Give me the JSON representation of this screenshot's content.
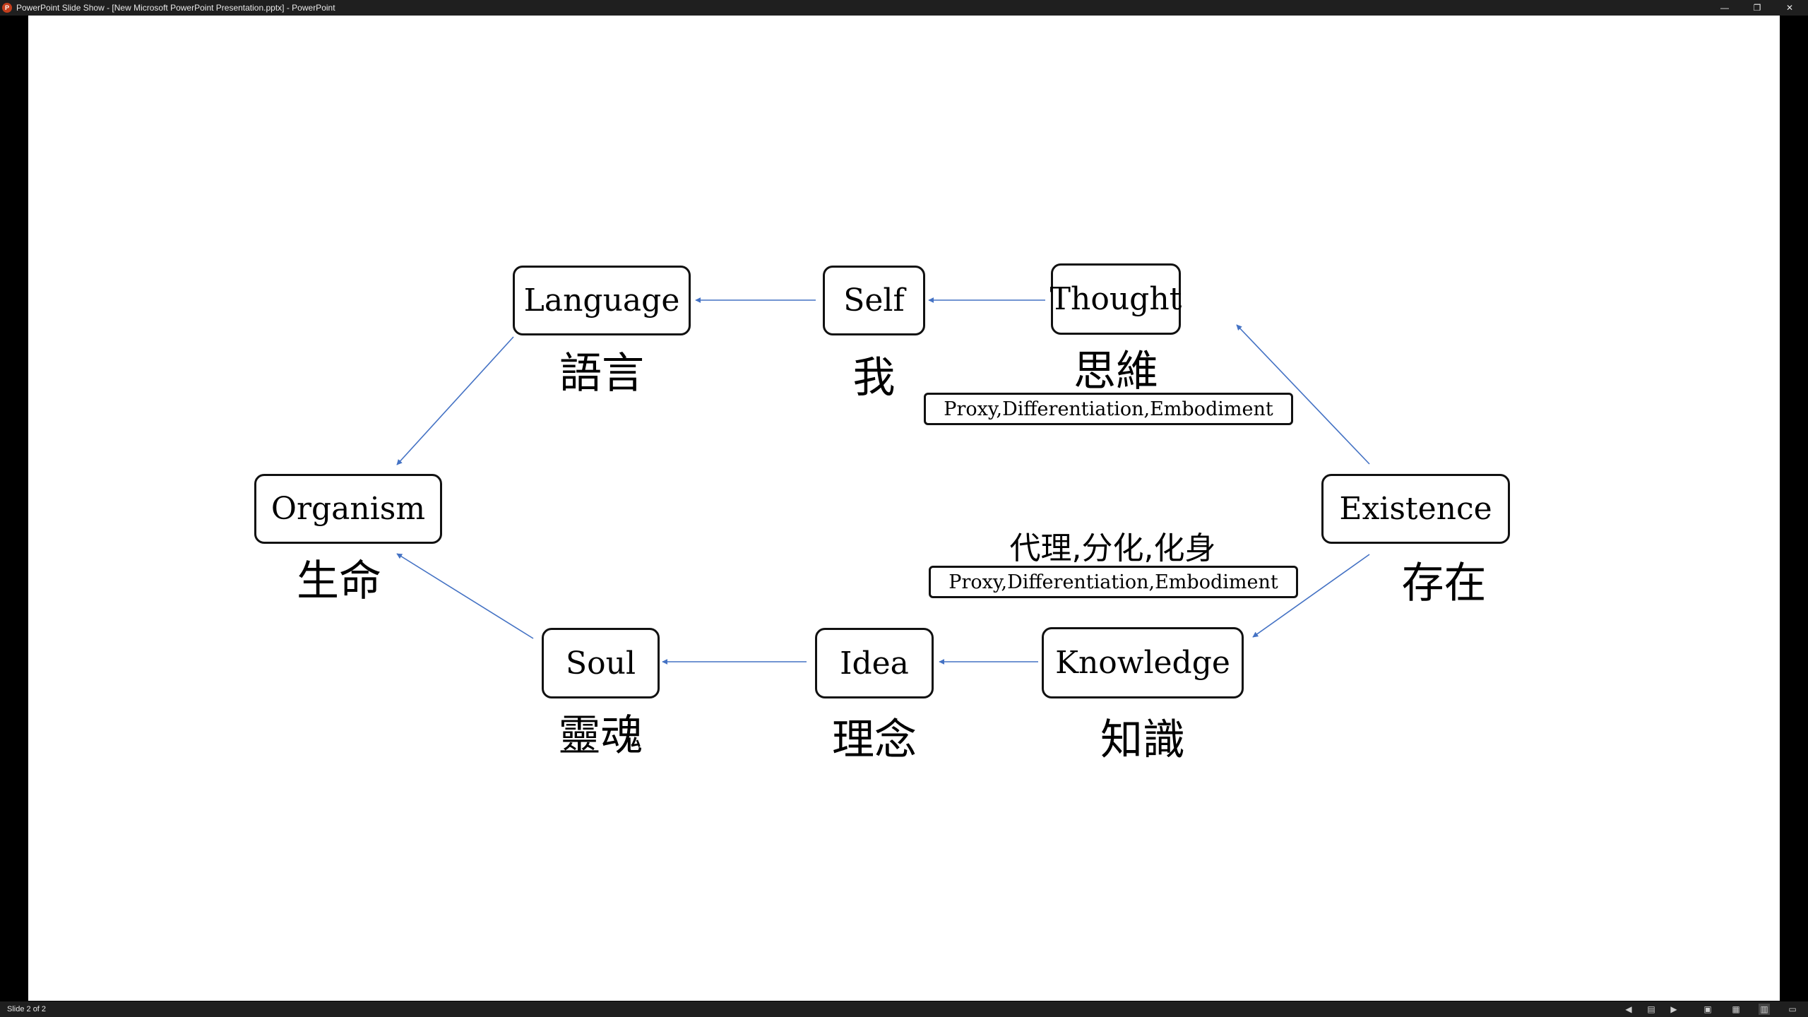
{
  "window": {
    "title": "PowerPoint Slide Show - [New Microsoft PowerPoint Presentation.pptx] - PowerPoint",
    "app_icon": "powerpoint-icon",
    "controls": {
      "minimize": "—",
      "restore": "❐",
      "close": "✕"
    }
  },
  "slide": {
    "nodes": {
      "language": "Language",
      "self": "Self",
      "thought": "Thought",
      "organism": "Organism",
      "existence": "Existence",
      "soul": "Soul",
      "idea": "Idea",
      "knowledge": "Knowledge"
    },
    "chinese": {
      "language": "語言",
      "self": "我",
      "thought": "思維",
      "organism": "生命",
      "existence": "存在",
      "soul": "靈魂",
      "idea": "理念",
      "knowledge": "知識"
    },
    "notes": {
      "upper": "Proxy,Differentiation,Embodiment",
      "lower_chinese": "代理,分化,化身",
      "lower": "Proxy,Differentiation,Embodiment"
    },
    "arrow_color": "#4472C4"
  },
  "statusbar": {
    "slide_counter": "Slide 2 of 2",
    "icons": [
      "previous-icon",
      "menu-icon",
      "next-icon",
      "normal-view-icon",
      "slide-sorter-icon",
      "reading-view-icon",
      "slideshow-icon"
    ]
  }
}
